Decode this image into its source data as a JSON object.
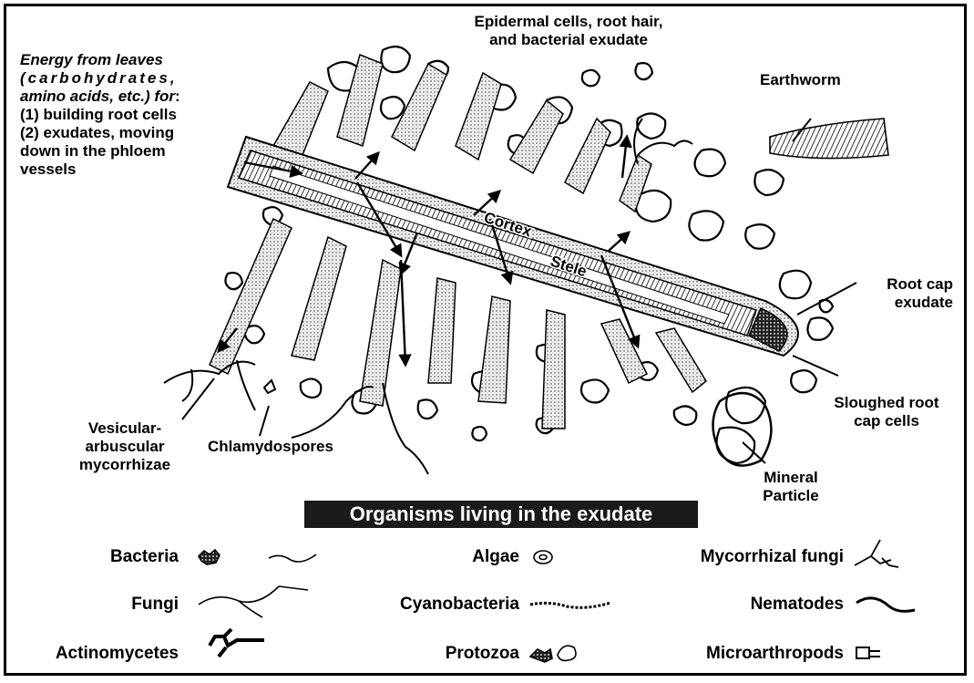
{
  "labels": {
    "energy": {
      "line1": "Energy from leaves",
      "line2": "(carbohydrates,",
      "line3": "amino acids, etc.) for",
      "line3_tail": ":",
      "line4": "(1) building root cells",
      "line5": "(2) exudates, moving",
      "line6": "down in the phloem",
      "line7": "vessels"
    },
    "epidermal": [
      "Epidermal cells, root hair,",
      "and bacterial exudate"
    ],
    "earthworm": "Earthworm",
    "root_cap_exudate": [
      "Root cap",
      "exudate"
    ],
    "sloughed": [
      "Sloughed root",
      "cap cells"
    ],
    "mineral": [
      "Mineral",
      "Particle"
    ],
    "vesicular": [
      "Vesicular-",
      "arbuscular",
      "mycorrhizae"
    ],
    "chlamydospores": "Chlamydospores",
    "cortex": "Cortex",
    "stele": "Stele"
  },
  "banner": "Organisms living in the exudate",
  "organisms": {
    "bacteria": "Bacteria",
    "algae": "Algae",
    "mycorrhizal_fungi": "Mycorrhizal fungi",
    "fungi": "Fungi",
    "cyanobacteria": "Cyanobacteria",
    "nematodes": "Nematodes",
    "actinomycetes": "Actinomycetes",
    "protozoa": "Protozoa",
    "microarthropods": "Microarthropods"
  }
}
